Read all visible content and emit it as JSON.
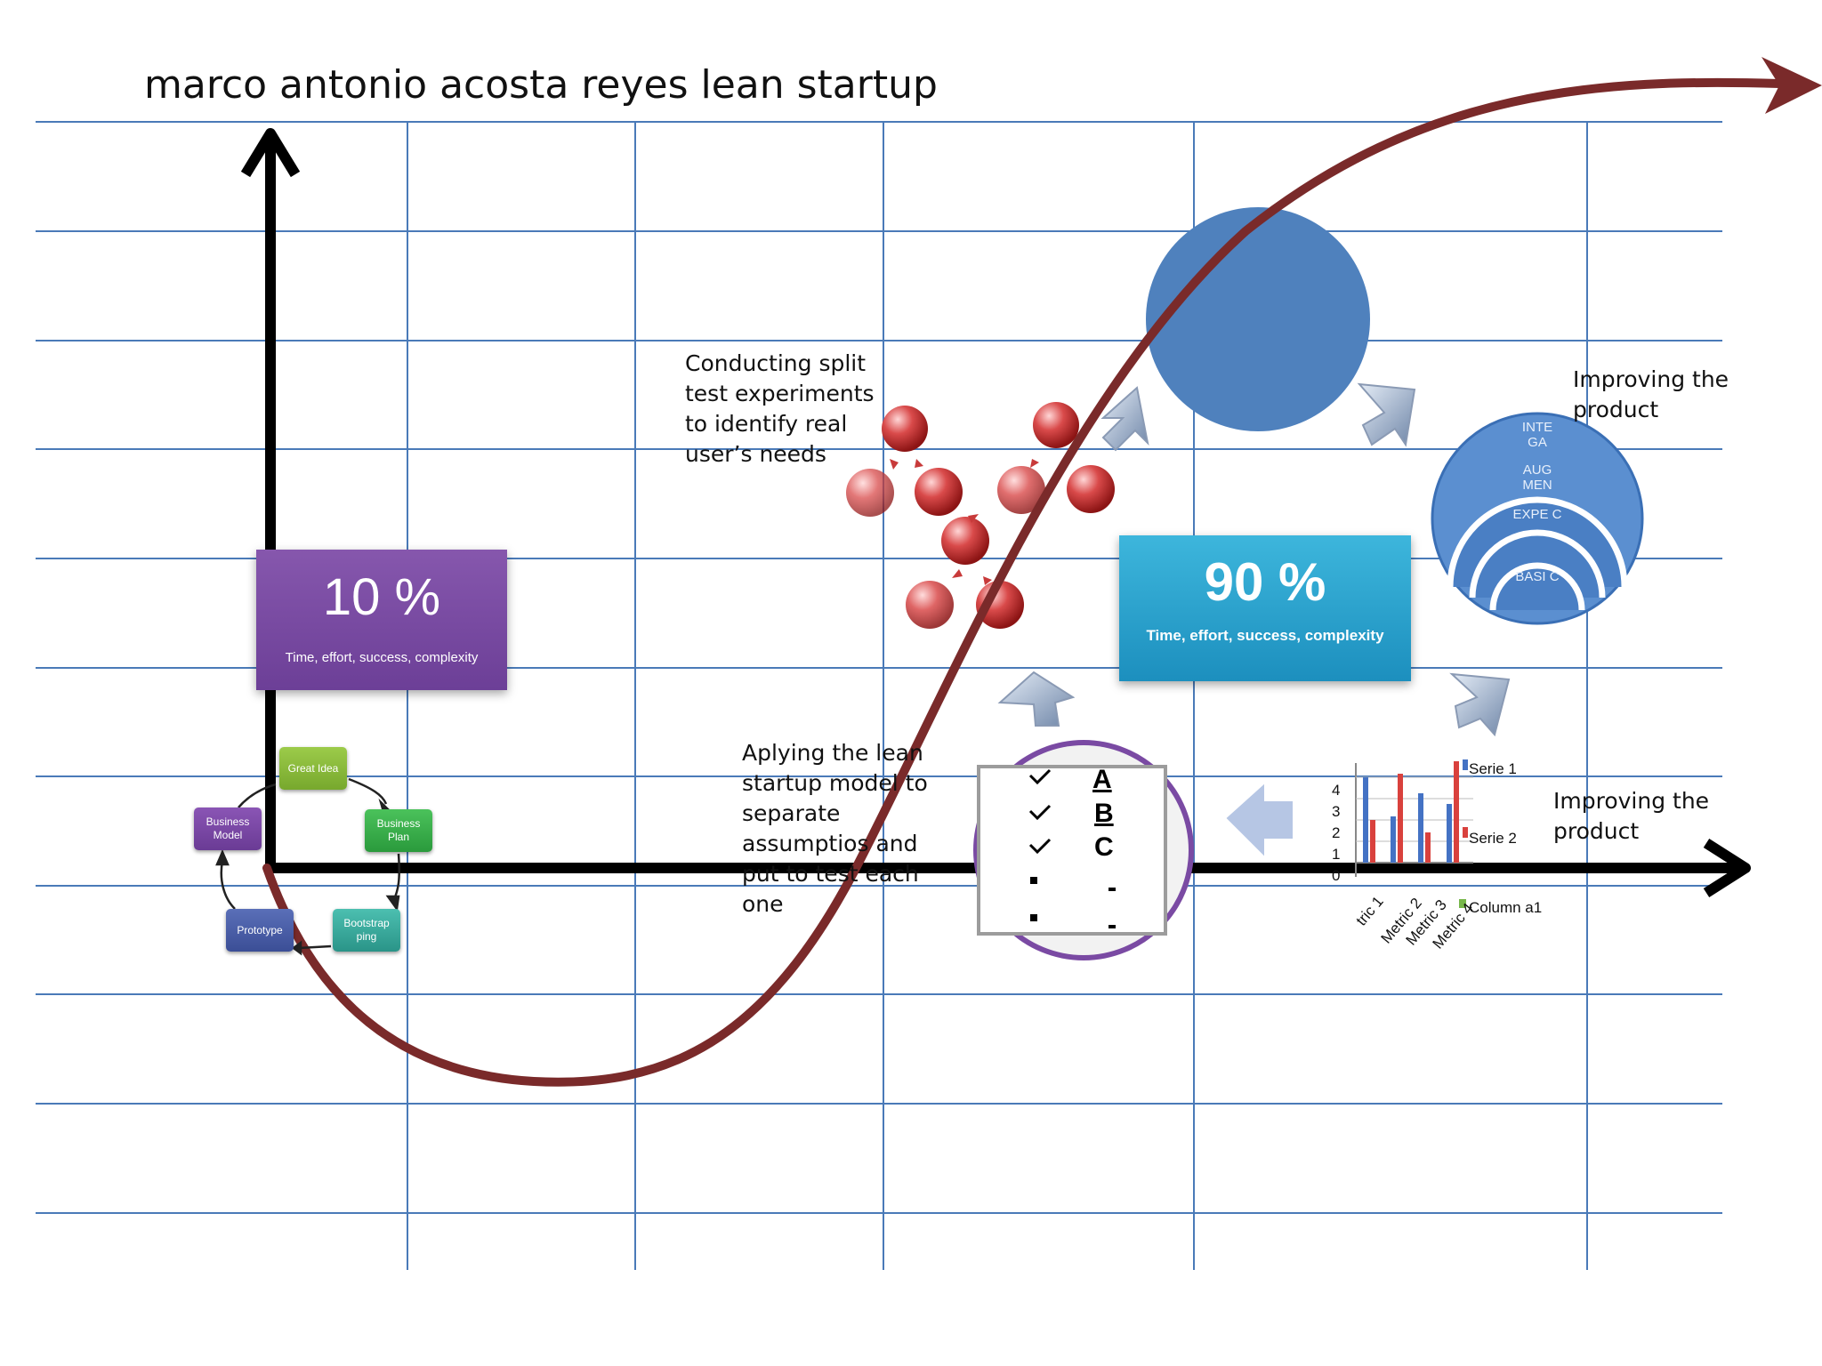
{
  "title": "marco antonio acosta reyes lean startup",
  "notes": {
    "split_test": "Conducting split test experiments to identify real user’s needs",
    "improving_top": "Improving the product",
    "improving_right": "Improving the product",
    "aplying": "Aplying the lean startup model to separate assumptios and put to test each one"
  },
  "stat_10": {
    "value": "10 %",
    "caption": "Time, effort, success, complexity",
    "color": "#7a4aa3"
  },
  "stat_90": {
    "value": "90 %",
    "caption": "Time, effort, success, complexity",
    "color": "#2aa4cf"
  },
  "cycle": {
    "great_idea": "Great Idea",
    "business_plan": "Business Plan",
    "bootstrapping": "Bootstrap ping",
    "prototype": "Prototype",
    "business_model": "Business Model"
  },
  "concentric": [
    "INTE GA",
    "AUG MEN",
    "EXPE C",
    "BASI C"
  ],
  "checklist": [
    "A",
    "B",
    "C"
  ],
  "mini_chart": {
    "y_ticks": [
      "0",
      "1",
      "2",
      "3",
      "4"
    ],
    "categories": [
      "tric 1",
      "Metric 2",
      "Metric 3",
      "Metric 4"
    ],
    "legend": [
      "Serie 1",
      "Serie 2",
      "Column a1"
    ]
  },
  "colors": {
    "curve": "#7a2a2a",
    "grid": "#4a7ab8",
    "circle": "#4f81bd"
  }
}
